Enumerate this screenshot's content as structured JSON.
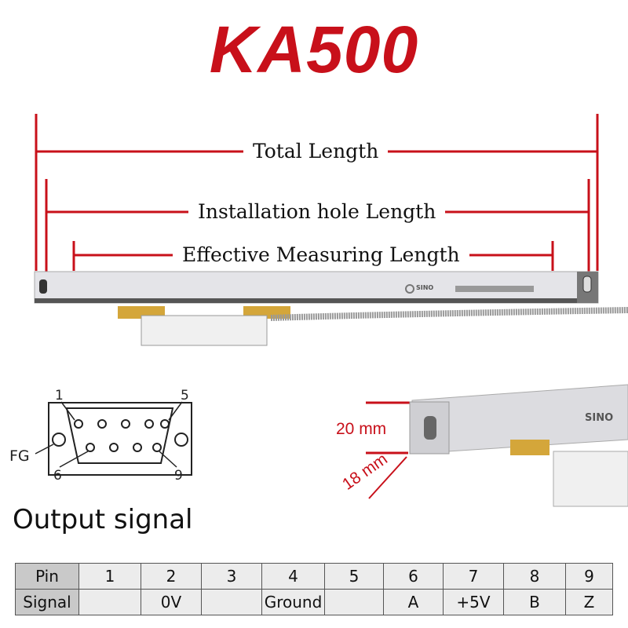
{
  "title": "KA500",
  "dimensions": {
    "total": "Total Length",
    "install": "Installation hole Length",
    "effective": "Effective Measuring Length",
    "height": "20 mm",
    "width": "18 mm"
  },
  "brand": "SINO",
  "connector": {
    "pin_top_left": "1",
    "pin_top_right": "5",
    "pin_bottom_left": "6",
    "pin_bottom_right": "9",
    "fg": "FG"
  },
  "output_title": "Output signal",
  "table": {
    "row_labels": [
      "Pin",
      "Signal"
    ],
    "pins": [
      "1",
      "2",
      "3",
      "4",
      "5",
      "6",
      "7",
      "8",
      "9"
    ],
    "signals": [
      "",
      "0V",
      "",
      "Ground",
      "",
      "A",
      "+5V",
      "B",
      "Z"
    ]
  },
  "colors": {
    "accent": "#c8101a"
  }
}
